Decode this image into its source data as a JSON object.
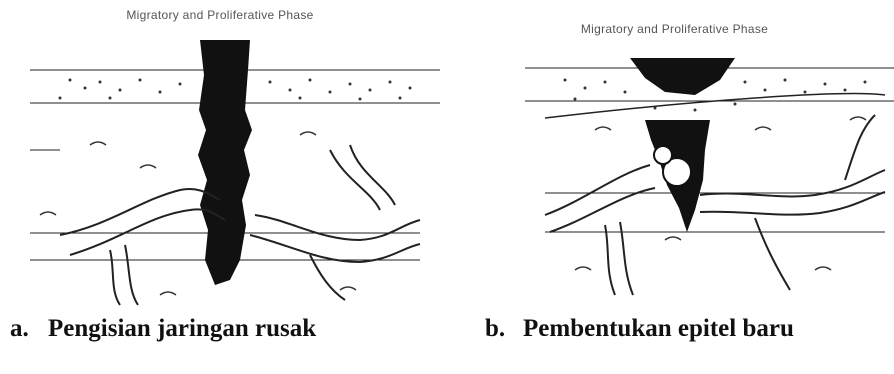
{
  "panels": [
    {
      "title": "Migratory and Proliferative Phase",
      "letter": "a.",
      "caption": "Pengisian jaringan rusak"
    },
    {
      "title": "Migratory and Proliferative Phase",
      "letter": "b.",
      "caption": "Pembentukan epitel baru"
    }
  ],
  "colors": {
    "ink": "#111111",
    "line": "#222222",
    "background": "#ffffff"
  }
}
